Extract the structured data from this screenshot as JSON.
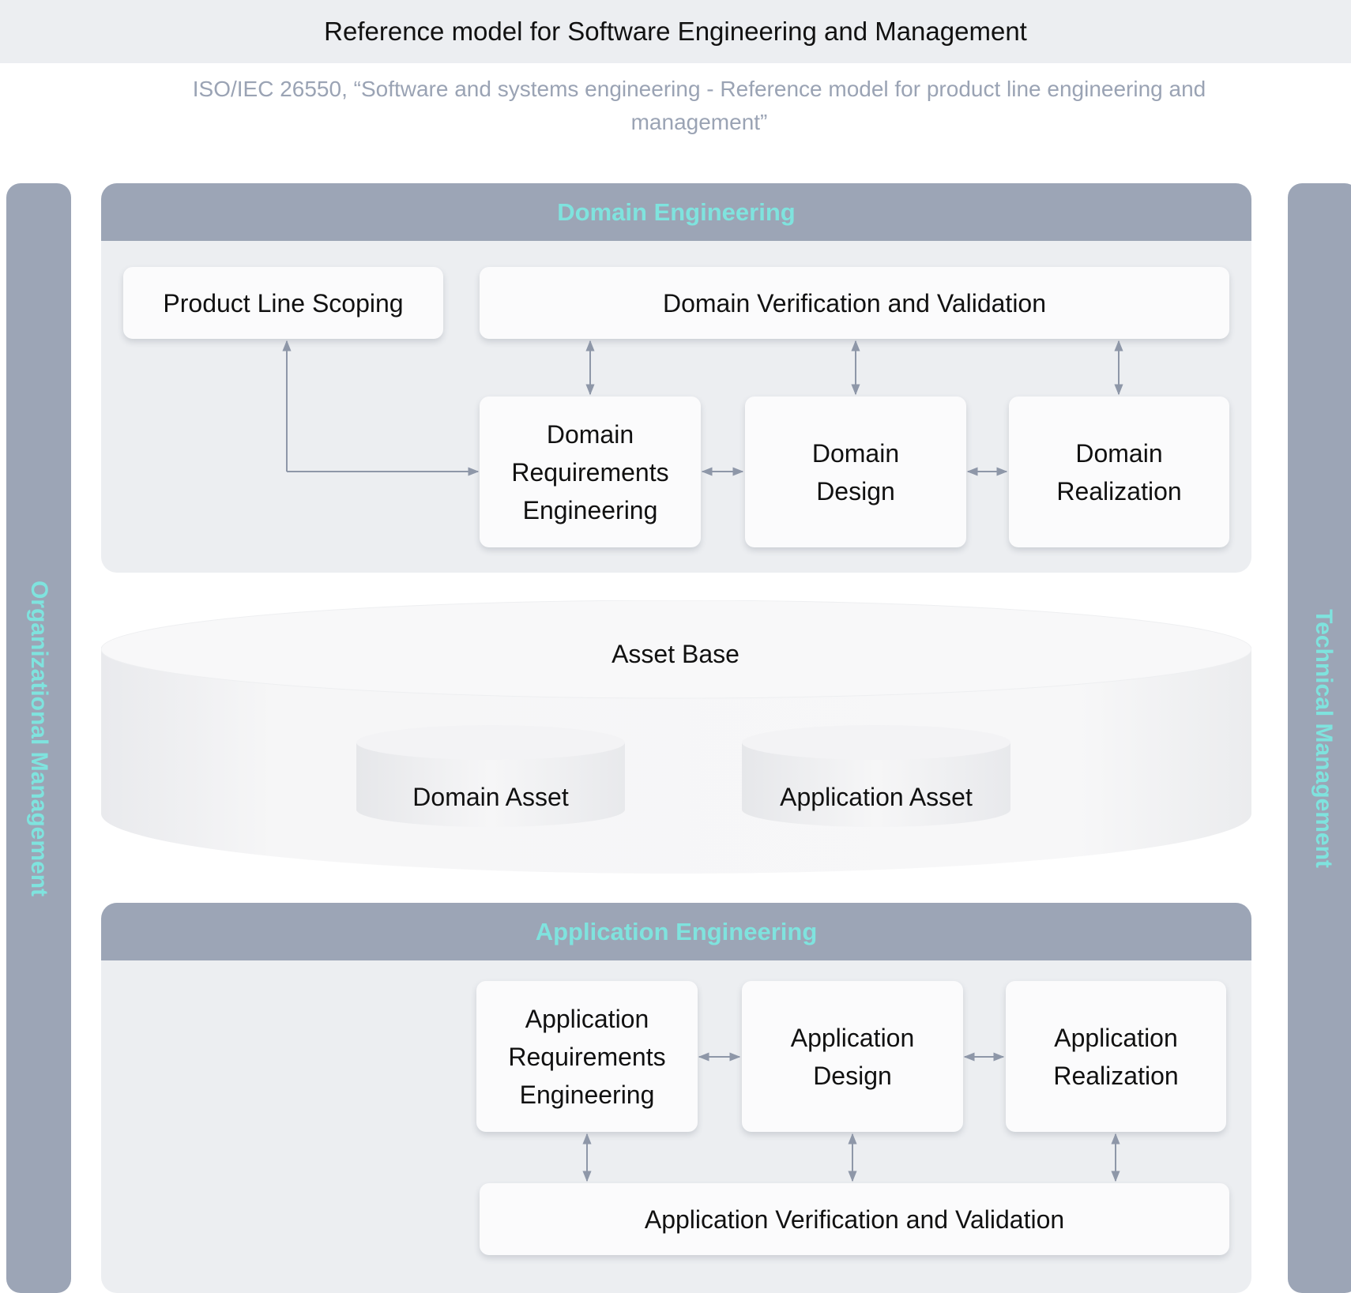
{
  "header": {
    "title": "Reference model for Software Engineering and Management"
  },
  "subtitle": "ISO/IEC 26550, “Software and systems engineering - Reference model for product line engineering and management”",
  "side": {
    "left": "Organizational Management",
    "right": "Technical Management"
  },
  "domain": {
    "title": "Domain Engineering",
    "scoping": "Product Line Scoping",
    "vv": "Domain Verification and Validation",
    "req": [
      "Domain",
      "Requirements",
      "Engineering"
    ],
    "design": [
      "Domain",
      "Design"
    ],
    "realization": [
      "Domain",
      "Realization"
    ]
  },
  "assets": {
    "base": "Asset Base",
    "domain_asset": "Domain Asset",
    "application_asset": "Application Asset"
  },
  "application": {
    "title": "Application Engineering",
    "req": [
      "Application",
      "Requirements",
      "Engineering"
    ],
    "design": [
      "Application",
      "Design"
    ],
    "realization": [
      "Application",
      "Realization"
    ],
    "vv": "Application Verification and Validation"
  },
  "colors": {
    "bar": "#9ca5b6",
    "panel": "#eceef1",
    "accent_text": "#7fe3de",
    "arrow": "#8e97a8"
  }
}
